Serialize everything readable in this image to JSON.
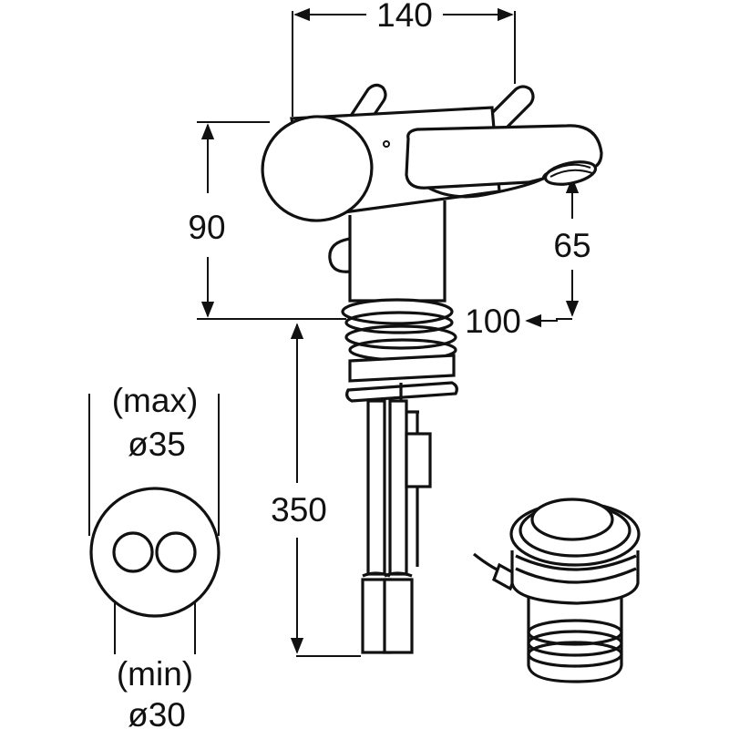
{
  "dimensions": {
    "width_top": "140",
    "height_left": "90",
    "spout_height": "65",
    "reach": "100",
    "hose_length": "350",
    "hole_max_label": "(max)",
    "hole_max_value": "ø35",
    "hole_min_label": "(min)",
    "hole_min_value": "ø30"
  },
  "colors": {
    "line": "#111111",
    "background": "#ffffff"
  }
}
